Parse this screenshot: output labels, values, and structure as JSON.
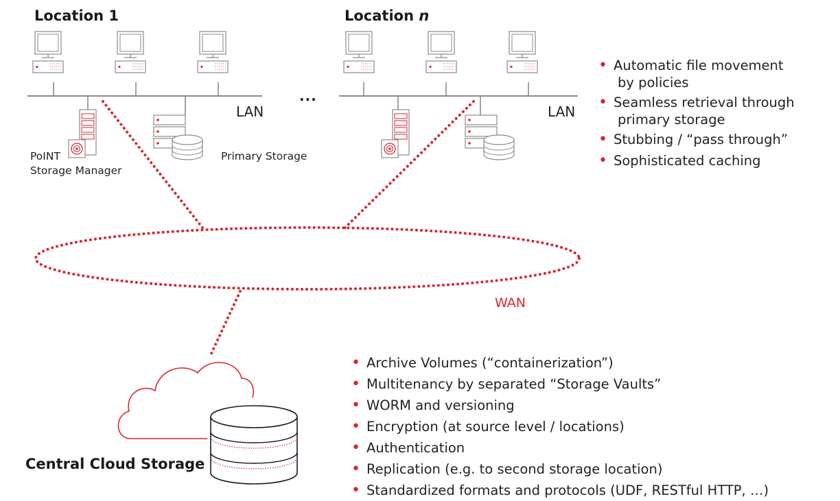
{
  "colors": {
    "accent": "#d9262e",
    "line": "#8a8a8a",
    "text": "#1a1a1a"
  },
  "location1": {
    "title": "Location 1",
    "lan": "LAN"
  },
  "locationN": {
    "title_prefix": "Location ",
    "title_italic": "n",
    "lan": "LAN"
  },
  "ellipsis": "...",
  "labels": {
    "storage_manager_line1": "PoINT",
    "storage_manager_line2": "Storage Manager",
    "primary_storage": "Primary Storage",
    "wan": "WAN",
    "cloud": "Central Cloud Storage"
  },
  "top_bullets": [
    {
      "line1": "Automatic file movement",
      "line2": "by policies"
    },
    {
      "line1": "Seamless retrieval through",
      "line2": "primary storage"
    },
    {
      "line1": "Stubbing / “pass through”",
      "line2": ""
    },
    {
      "line1": "Sophisticated caching",
      "line2": ""
    }
  ],
  "bottom_bullets": [
    "Archive Volumes (“containerization”)",
    "Multitenancy by separated “Storage Vaults”",
    "WORM and versioning",
    "Encryption (at source level / locations)",
    "Authentication",
    "Replication (e.g. to second storage location)",
    "Standardized formats and protocols (UDF, RESTful HTTP, …)"
  ],
  "icons": {
    "workstation": "workstation-icon",
    "server": "server-tower-icon",
    "disk": "disk-stack-icon",
    "cloud": "cloud-icon"
  }
}
